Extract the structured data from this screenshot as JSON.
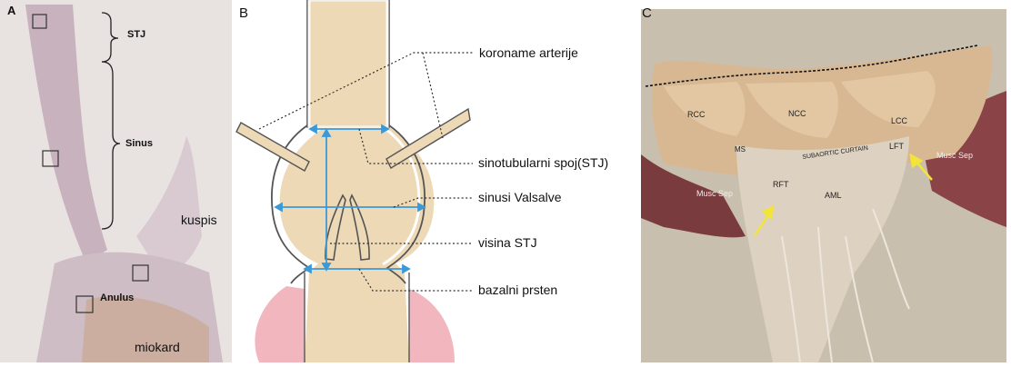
{
  "panel_a": {
    "letter": "A",
    "labels": {
      "stj": "STJ",
      "sinus": "Sinus",
      "kuspis": "kuspis",
      "anulus": "Anulus",
      "miokard": "miokard"
    }
  },
  "panel_b": {
    "letter": "B",
    "labels": {
      "koronarne_arterije": "koroname arterije",
      "stj": "sinotubularni spoj(STJ)",
      "sinusi": "sinusi  Valsalve",
      "visina": "visina STJ",
      "prsten": "bazalni prsten"
    },
    "colors": {
      "wall": "#e8d3b0",
      "line": "#3a9ad9",
      "muscle": "#f2b6be"
    }
  },
  "panel_c": {
    "letter": "C",
    "labels": {
      "rcc": "RCC",
      "ncc": "NCC",
      "lcc": "LCC",
      "ms": "MS",
      "subaortic": "SUBAORTIC CURTAIN",
      "lft": "LFT",
      "rft": "RFT",
      "aml": "AML",
      "musc_sep_left": "Musc Sep",
      "musc_sep_right": "Musc Sep"
    },
    "colors": {
      "arrow": "#f3e43a"
    }
  }
}
